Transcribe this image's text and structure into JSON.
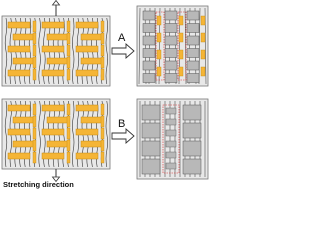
{
  "figure": {
    "label_a": "A",
    "label_b": "B",
    "caption": "Stretching direction"
  },
  "colors": {
    "panel_bg": "#e8e8e8",
    "lamella_fill": "#f5b536",
    "lamella_stroke": "#c48a12",
    "block_fill": "#b8b8b8",
    "block_stroke": "#555555",
    "chain": "#333333",
    "crystal_stroke": "#d92a2a",
    "arrow_fill": "#ffffff",
    "arrow_stroke": "#333333"
  },
  "icons": [
    "double-arrow-up",
    "double-arrow-down",
    "arrow-right-a",
    "arrow-right-b"
  ]
}
